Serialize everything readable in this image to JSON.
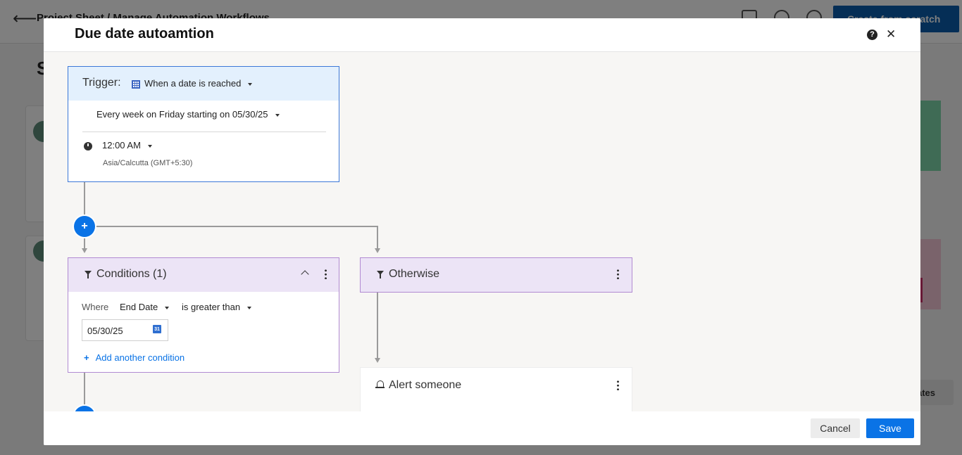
{
  "background": {
    "breadcrumb": "Project Sheet  /  Manage Automation Workflows",
    "create_button": "Create from scratch",
    "page_initial": "S",
    "templates_button": "ates"
  },
  "modal": {
    "title": "Due date autoamtion",
    "help_glyph": "?",
    "close_glyph": "✕",
    "cancel_label": "Cancel",
    "save_label": "Save"
  },
  "trigger": {
    "label": "Trigger:",
    "type": "When a date is reached",
    "frequency": "Every week on Friday starting on 05/30/25",
    "time": "12:00 AM",
    "timezone": "Asia/Calcutta (GMT+5:30)"
  },
  "flow": {
    "add_step_glyph": "+"
  },
  "conditions": {
    "title": "Conditions (1)",
    "where_label": "Where",
    "field": "End Date",
    "operator": "is greater than",
    "date_value": "05/30/25",
    "date_icon_text": "31",
    "add_condition_label": "Add another condition",
    "add_glyph": "+"
  },
  "otherwise": {
    "title": "Otherwise"
  },
  "alert": {
    "title": "Alert someone"
  },
  "colors": {
    "accent": "#0a73e6",
    "trigger_border": "#3c78d8",
    "trigger_header": "#e3f0fd",
    "condition_border": "#b18ad2",
    "condition_header": "#ece4f6"
  },
  "icons": [
    "back-arrow-icon",
    "calendar-icon",
    "clock-icon",
    "funnel-icon",
    "chevron-up-icon",
    "kebab-icon",
    "bell-icon",
    "help-icon",
    "close-icon",
    "plus-icon",
    "date-picker-icon"
  ]
}
